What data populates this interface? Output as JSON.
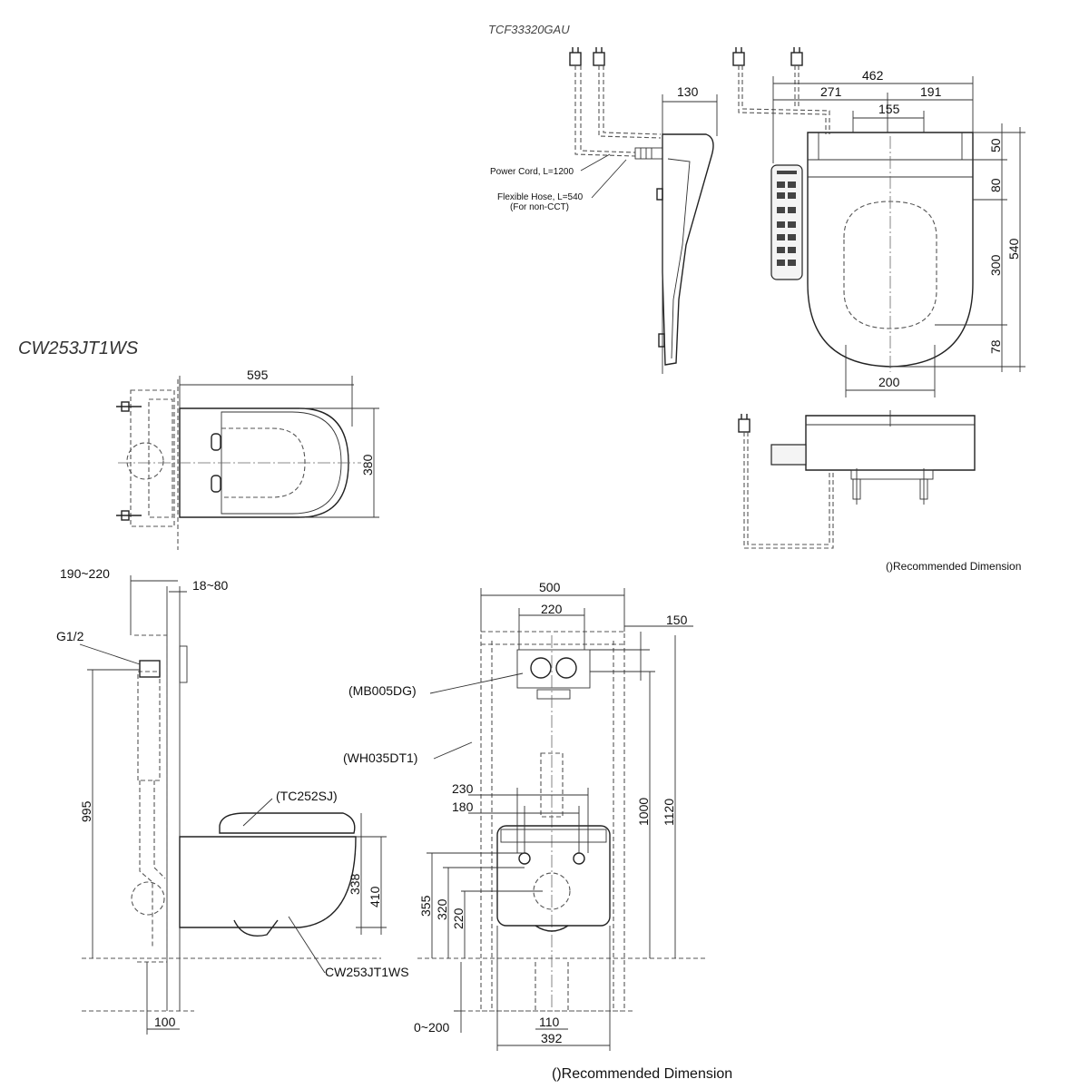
{
  "titles": {
    "seat_model": "TCF33320GAU",
    "toilet_model": "CW253JT1WS"
  },
  "seat_top_view": {
    "dims": [
      "462",
      "271",
      "191",
      "155",
      "50",
      "80",
      "300",
      "540",
      "78",
      "200"
    ]
  },
  "seat_side_view": {
    "dims": [
      "130"
    ],
    "power_cord": "Power Cord, L=1200",
    "flexible_hose": "Flexible Hose, L=540",
    "hose_note": "(For non-CCT)"
  },
  "toilet_top_view": {
    "dims": [
      "595",
      "380"
    ]
  },
  "side_section": {
    "dims": [
      "190~220",
      "18~80",
      "995",
      "338",
      "410",
      "100"
    ],
    "labels": [
      "G1/2",
      "(TC252SJ)",
      "CW253JT1WS"
    ]
  },
  "front_view": {
    "dims": [
      "500",
      "220",
      "150",
      "1000",
      "1120",
      "230",
      "180",
      "355",
      "320",
      "220",
      "0~200",
      "110",
      "392"
    ],
    "labels": [
      "(MB005DG)",
      "(WH035DT1)"
    ]
  },
  "notes": {
    "recommended_upper": "()Recommended Dimension",
    "recommended_lower": "()Recommended Dimension"
  },
  "colors": {
    "line": "#222222",
    "dashed": "#555555",
    "background": "#ffffff"
  }
}
